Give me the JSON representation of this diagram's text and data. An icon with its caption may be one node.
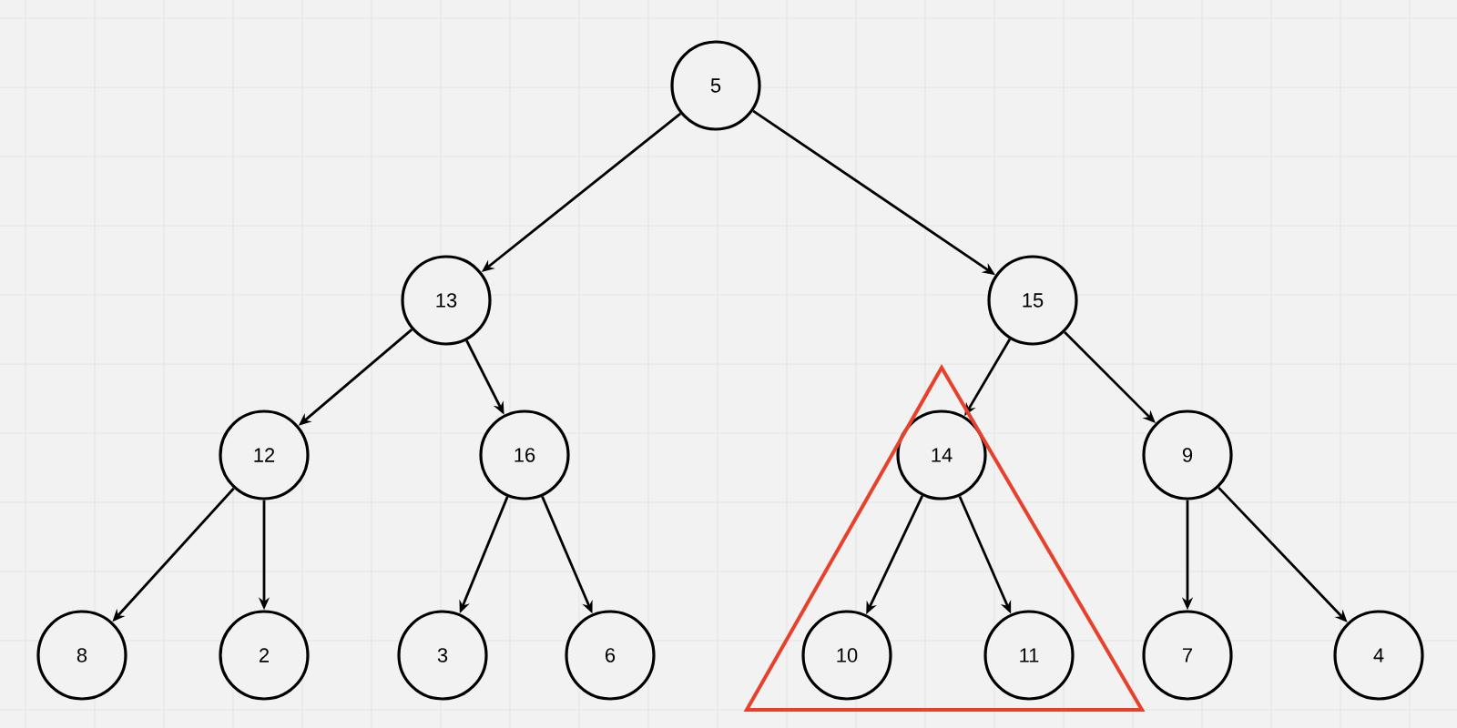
{
  "diagram": {
    "nodes": [
      {
        "text": [
          "5"
        ]
      },
      {
        "text": [
          "13"
        ]
      },
      {
        "text": [
          "15"
        ]
      },
      {
        "text": [
          "12"
        ]
      },
      {
        "text": [
          "16"
        ]
      },
      {
        "text": [
          "14"
        ]
      },
      {
        "text": [
          "9"
        ]
      },
      {
        "text": [
          "8"
        ]
      },
      {
        "text": [
          "2"
        ]
      },
      {
        "text": [
          "3"
        ]
      },
      {
        "text": [
          "6"
        ]
      },
      {
        "text": [
          "10"
        ]
      },
      {
        "text": [
          "11"
        ]
      },
      {
        "text": [
          "7"
        ]
      },
      {
        "text": [
          "4"
        ]
      }
    ],
    "edges": [
      {
        "from": 0,
        "to": 1,
        "arrow": "to"
      },
      {
        "from": 0,
        "to": 2,
        "arrow": "to"
      },
      {
        "from": 1,
        "to": 3,
        "arrow": "to"
      },
      {
        "from": 1,
        "to": 4,
        "arrow": "to"
      },
      {
        "from": 2,
        "to": 5,
        "arrow": "to"
      },
      {
        "from": 2,
        "to": 6,
        "arrow": "to"
      },
      {
        "from": 3,
        "to": 7,
        "arrow": "to"
      },
      {
        "from": 3,
        "to": 8,
        "arrow": "to"
      },
      {
        "from": 4,
        "to": 9,
        "arrow": "to"
      },
      {
        "from": 4,
        "to": 10,
        "arrow": "to"
      },
      {
        "from": 5,
        "to": 11,
        "arrow": "to"
      },
      {
        "from": 5,
        "to": 12,
        "arrow": "to"
      },
      {
        "from": 6,
        "to": 13,
        "arrow": "to"
      },
      {
        "from": 6,
        "to": 14,
        "arrow": "to"
      }
    ]
  }
}
